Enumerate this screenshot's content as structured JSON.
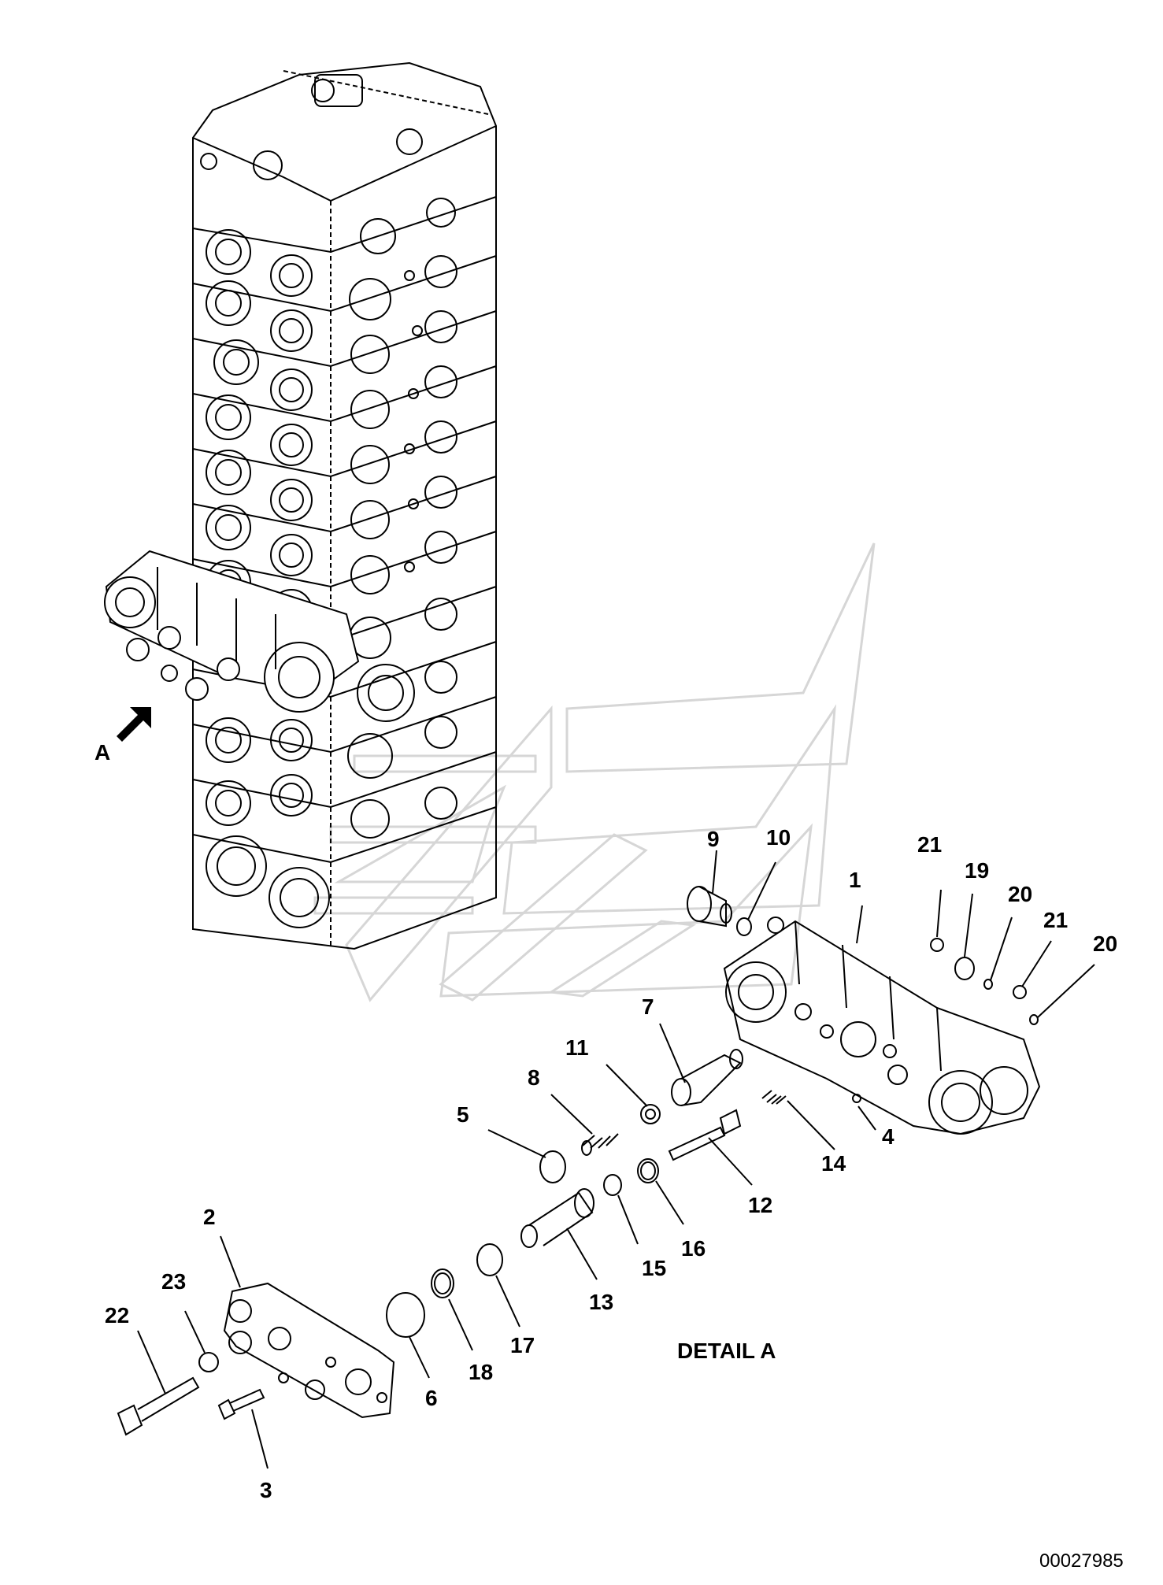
{
  "view_label": "A",
  "detail_label": "DETAIL A",
  "drawing_number": "00027985",
  "callouts": {
    "c1": "1",
    "c2": "2",
    "c3": "3",
    "c4": "4",
    "c5": "5",
    "c6": "6",
    "c7": "7",
    "c8": "8",
    "c9": "9",
    "c10": "10",
    "c11": "11",
    "c12": "12",
    "c13": "13",
    "c14": "14",
    "c15": "15",
    "c16": "16",
    "c17": "17",
    "c18": "18",
    "c19": "19",
    "c20a": "20",
    "c20b": "20",
    "c21a": "21",
    "c21b": "21",
    "c22": "22",
    "c23": "23"
  },
  "colors": {
    "line": "#000000",
    "watermark": "#d9d9d9",
    "background": "#ffffff"
  }
}
